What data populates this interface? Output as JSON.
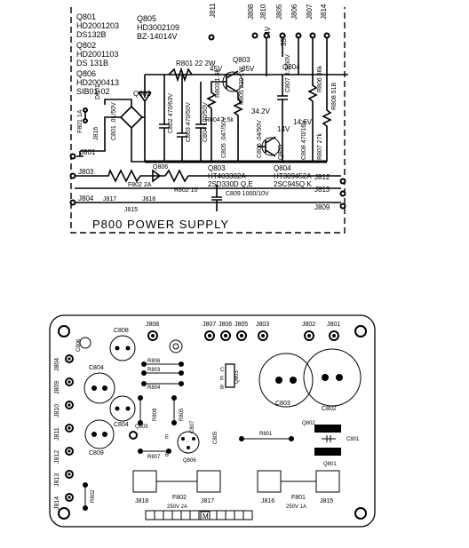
{
  "schematic": {
    "title": "P800   POWER   SUPPLY",
    "parts_list": [
      "Q801",
      "HD2001203",
      "DS132B",
      "Q802",
      "HD2001103",
      "DS 131B",
      "Q806",
      "HD2000413",
      "SIB01-02"
    ],
    "q805_info": [
      "Q805",
      "HD3002109",
      "BZ-14014V"
    ],
    "q803_info": [
      "Q803",
      "HT403302A",
      "2SD330D Q,E"
    ],
    "q804_info": [
      "Q804",
      "HT309452A",
      "2SC945Q K"
    ],
    "top_jacks": [
      "J811",
      "J808",
      "J810",
      "J805",
      "J806",
      "J807",
      "J814"
    ],
    "top_jack_voltages": [
      "14V",
      "35V"
    ],
    "left_jacks": [
      "J801",
      "J803",
      "J804"
    ],
    "right_jacks": [
      "J812",
      "J813",
      "J809"
    ],
    "fuses": [
      "F801 1A",
      "F802 2A"
    ],
    "bottom_jacks": [
      "J817",
      "J818"
    ],
    "voltages": [
      "45V",
      "35V",
      "34.2V",
      "14.6V",
      "14V"
    ],
    "components": {
      "r801": "R801 22 2W",
      "r802": "R802 10",
      "r803": "R803 1.5k",
      "r804": "R804 1.5k",
      "r805": "R805 220 1W",
      "r806": "R806 36k",
      "r807": "R807 27k",
      "r808": "R808 51B",
      "c801": "C801 .01/50V",
      "c802": "C802 470/63V",
      "c803": "C803 470/50V",
      "c804": "C804 100/50V",
      "c805": "C805 .047/50V",
      "c806": "C806 .04/50V",
      "c807": "C807 3.3/50V",
      "c808": "C808 470/16V",
      "c809": "C809 1000/10V",
      "q802": "Q802",
      "q803": "Q803",
      "q804": "Q804",
      "q805": "Q805",
      "q806": "Q806",
      "d801": "D801",
      "j815": "J815",
      "j816": "J816"
    }
  },
  "board": {
    "top_labels": [
      "J808",
      "J807",
      "J806",
      "J805",
      "J803",
      "J802",
      "J801"
    ],
    "left_labels": [
      "J804",
      "J809",
      "J810",
      "J811",
      "J812",
      "J813",
      "J814"
    ],
    "component_labels": [
      "C806",
      "C808",
      "C804",
      "C809",
      "R806",
      "R803",
      "R804",
      "R808",
      "R805",
      "Q805",
      "R807",
      "C807",
      "C805",
      "Q806",
      "Q803",
      "C803",
      "C802",
      "R801",
      "Q802",
      "C801",
      "Q801",
      "R802",
      "C804"
    ],
    "bottom_labels": [
      "J818",
      "F802",
      "250V 2A",
      "J817",
      "J816",
      "F801",
      "250V 1A",
      "J815"
    ],
    "connector_label": "M",
    "pin_letters": [
      "E",
      "C",
      "B",
      "E",
      "B"
    ]
  }
}
